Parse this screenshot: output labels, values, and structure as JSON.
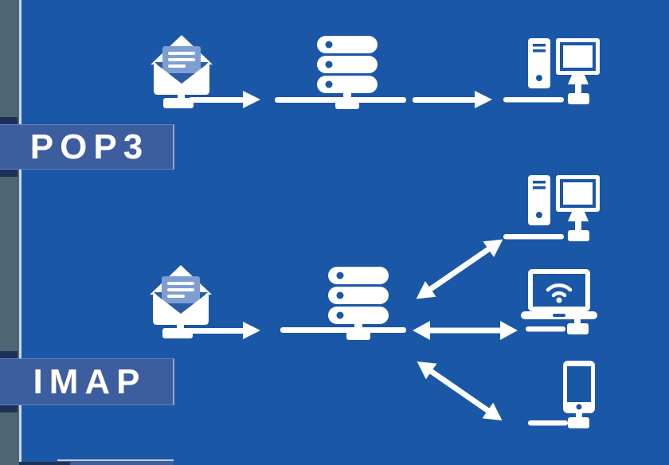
{
  "colors": {
    "background": "#1a57a7",
    "side_strip": "#4e6673",
    "divider_line": "#e8eef5",
    "banner_bg": "#3d5e9e",
    "banner_accent": "#1c3158",
    "letter_paper": "#7e9ed2",
    "envelope_inside": "#2b5ca8",
    "icon_white": "#ffffff"
  },
  "sections": {
    "pop3": {
      "label": "POP3",
      "arrow_direction": "one-way",
      "flow_icons": [
        "email-envelope-icon",
        "mail-server-icon",
        "desktop-computer-icon"
      ]
    },
    "imap": {
      "label": "IMAP",
      "arrow_direction": "two-way",
      "source_icon": "email-envelope-icon",
      "server_icon": "mail-server-icon",
      "device_icons": [
        "desktop-computer-icon",
        "laptop-wifi-icon",
        "smartphone-icon"
      ]
    }
  }
}
